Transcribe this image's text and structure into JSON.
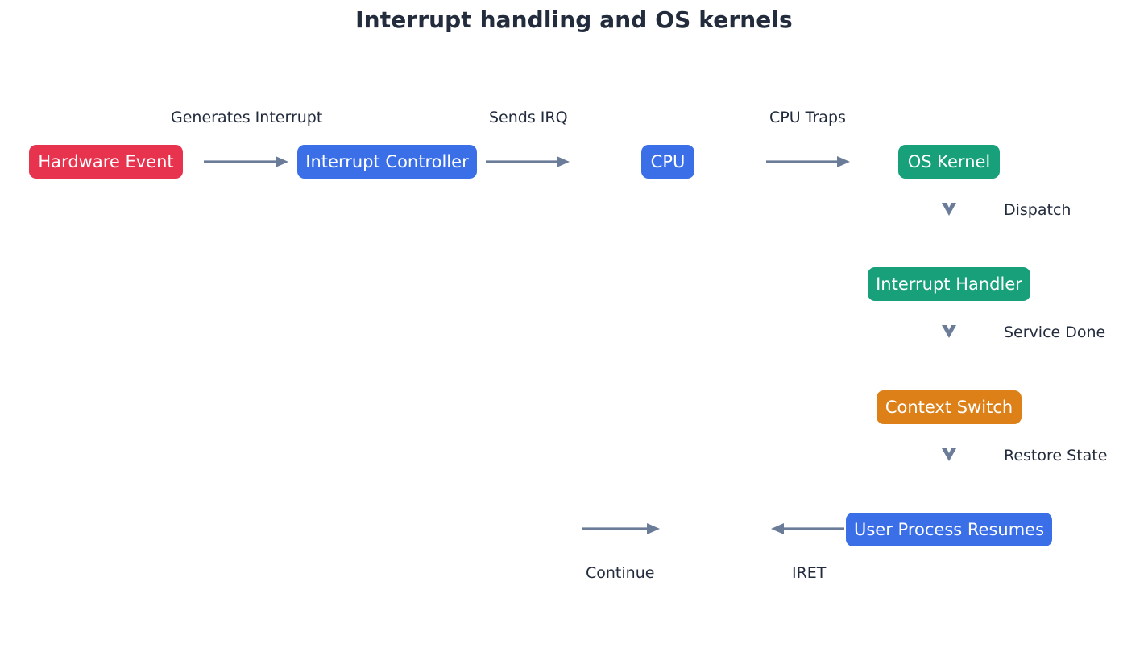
{
  "title": "Interrupt handling and OS kernels",
  "colors": {
    "background": "#ffffff",
    "text": "#232c3d",
    "arrow": "#6b7c99",
    "hardware": "#e8334f",
    "blue": "#3b6fe8",
    "green": "#17a07a",
    "orange": "#dd8018"
  },
  "nodes": {
    "hardware_event": {
      "label": "Hardware Event",
      "color": "#e8334f"
    },
    "interrupt_controller": {
      "label": "Interrupt Controller",
      "color": "#3b6fe8"
    },
    "cpu": {
      "label": "CPU",
      "color": "#3b6fe8"
    },
    "os_kernel": {
      "label": "OS Kernel",
      "color": "#17a07a"
    },
    "interrupt_handler": {
      "label": "Interrupt Handler",
      "color": "#17a07a"
    },
    "context_switch": {
      "label": "Context Switch",
      "color": "#dd8018"
    },
    "user_process_resumes": {
      "label": "User Process Resumes",
      "color": "#3b6fe8"
    }
  },
  "edges": {
    "generates_interrupt": {
      "label": "Generates Interrupt",
      "direction": "right"
    },
    "sends_irq": {
      "label": "Sends IRQ",
      "direction": "right"
    },
    "cpu_traps": {
      "label": "CPU Traps",
      "direction": "right"
    },
    "dispatch": {
      "label": "Dispatch",
      "direction": "down"
    },
    "service_done": {
      "label": "Service Done",
      "direction": "down"
    },
    "restore_state": {
      "label": "Restore State",
      "direction": "down"
    },
    "iret": {
      "label": "IRET",
      "direction": "left"
    },
    "continue": {
      "label": "Continue",
      "direction": "right"
    }
  }
}
